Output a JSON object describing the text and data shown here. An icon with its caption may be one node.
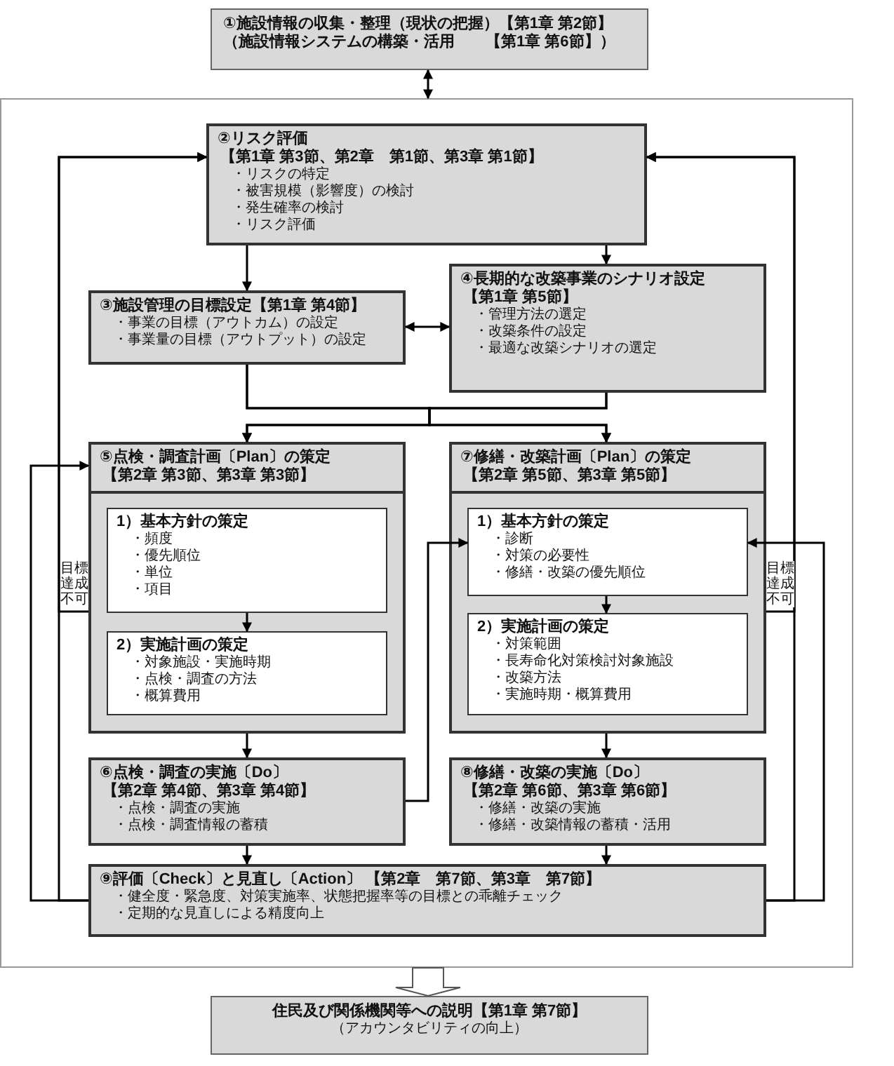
{
  "diagram": {
    "nodes": [
      {
        "text": [
          "①施設情報の収集・整理（現状の把握）【第1章 第2節】",
          "（施設情報システムの構築・活用　　【第1章 第6節】）"
        ]
      },
      {
        "text": [],
        "shape": "box"
      },
      {
        "text": [
          "②リスク評価",
          "【第1章 第3節、第2章　第1節、第3章 第1節】",
          "・リスクの特定",
          "・被害規模（影響度）の検討",
          "・発生確率の検討",
          "・リスク評価"
        ],
        "in": 1
      },
      {
        "text": [
          "③施設管理の目標設定【第1章 第4節】",
          "・事業の目標（アウトカム）の設定",
          "・事業量の目標（アウトプット）の設定"
        ],
        "in": 1
      },
      {
        "text": [
          "④長期的な改築事業のシナリオ設定",
          "【第1章 第5節】",
          "・管理方法の選定",
          "・改築条件の設定",
          "・最適な改築シナリオの選定"
        ],
        "in": 1
      },
      {
        "text": [
          "⑤点検・調査計画〔Plan〕の策定",
          "【第2章 第3節、第3章 第3節】"
        ],
        "in": 1
      },
      {
        "text": [
          "1）基本方針の策定",
          "・頻度",
          "・優先順位",
          "・単位",
          "・項目"
        ],
        "in": 5
      },
      {
        "text": [
          "2）実施計画の策定",
          "・対象施設・実施時期",
          "・点検・調査の方法",
          "・概算費用"
        ],
        "in": 5
      },
      {
        "text": [
          "⑦修繕・改築計画〔Plan〕の策定",
          "【第2章 第5節、第3章 第5節】"
        ],
        "in": 1
      },
      {
        "text": [
          "1）基本方針の策定",
          "・診断",
          "・対策の必要性",
          "・修繕・改築の優先順位"
        ],
        "in": 8
      },
      {
        "text": [
          "2）実施計画の策定",
          "・対策範囲",
          "・長寿命化対策検討対象施設",
          "・改築方法",
          "・実施時期・概算費用"
        ],
        "in": 8
      },
      {
        "text": [
          "⑥点検・調査の実施〔Do〕",
          "【第2章 第4節、第3章 第4節】",
          "・点検・調査の実施",
          "・点検・調査情報の蓄積"
        ],
        "in": 1
      },
      {
        "text": [
          "⑧修繕・改築の実施〔Do〕",
          "【第2章 第6節、第3章 第6節】",
          "・修繕・改築の実施",
          "・修繕・改築情報の蓄積・活用"
        ],
        "in": 1
      },
      {
        "text": [
          "⑨評価〔Check〕と見直し〔Action〕 【第2章　第7節、第3章　第7節】",
          "・健全度・緊急度、対策実施率、状態把握率等の目標との乖離チェック",
          "・定期的な見直しによる精度向上"
        ],
        "in": 1
      },
      {
        "text": [
          "住民及び関係機関等への説明【第1章 第7節】",
          "（アカウンタビリティの向上）"
        ]
      }
    ],
    "edges": [
      {
        "from": 0,
        "to": 1,
        "arrow": "both"
      },
      {
        "from": 2,
        "to": 3,
        "arrow": "to"
      },
      {
        "from": 2,
        "to": 4,
        "arrow": "to"
      },
      {
        "from": 3,
        "to": 4,
        "arrow": "both"
      },
      {
        "from": 3,
        "to": 5,
        "arrow": "to"
      },
      {
        "from": 3,
        "to": 8,
        "arrow": "to"
      },
      {
        "from": 4,
        "to": 5,
        "arrow": "to"
      },
      {
        "from": 4,
        "to": 8,
        "arrow": "to"
      },
      {
        "from": 6,
        "to": 7,
        "arrow": "to"
      },
      {
        "from": 9,
        "to": 10,
        "arrow": "to"
      },
      {
        "from": 5,
        "to": 11,
        "arrow": "to"
      },
      {
        "from": 8,
        "to": 12,
        "arrow": "to"
      },
      {
        "from": 11,
        "to": 9,
        "arrow": "to"
      },
      {
        "from": 11,
        "to": 13,
        "arrow": "to"
      },
      {
        "from": 12,
        "to": 13,
        "arrow": "to"
      },
      {
        "from": 13,
        "to": 2,
        "arrow": "to"
      },
      {
        "from": 13,
        "to": 2,
        "arrow": "to"
      },
      {
        "from": 13,
        "to": 5,
        "arrow": "to"
      },
      {
        "from": 13,
        "to": 9,
        "arrow": "to"
      },
      {
        "from": 5,
        "to": 2,
        "arrow": "to",
        "label": "目標達成不可"
      },
      {
        "from": 8,
        "to": 2,
        "arrow": "to",
        "label": "目標達成不可"
      },
      {
        "from": 1,
        "to": 14,
        "arrow": "to",
        "style": "thick"
      }
    ]
  }
}
